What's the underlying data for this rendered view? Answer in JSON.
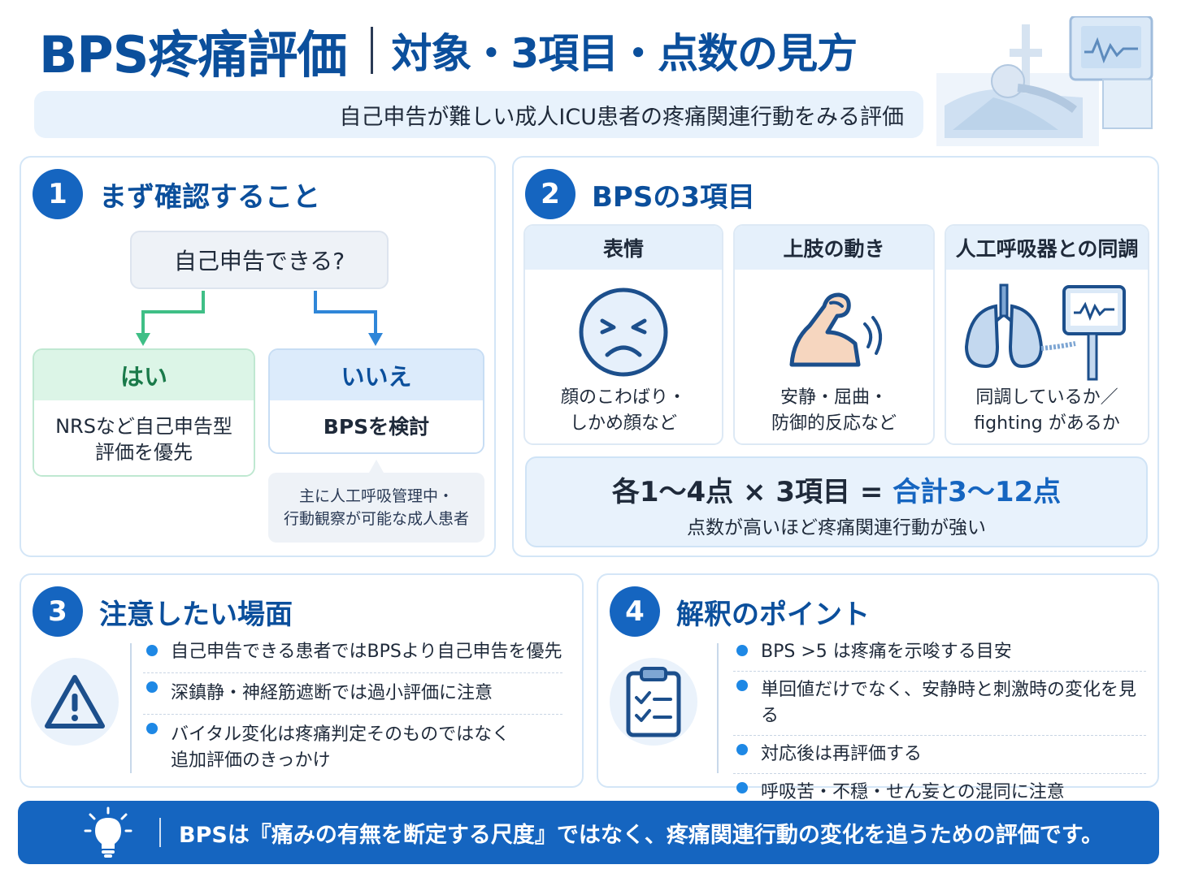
{
  "header": {
    "title_main": "BPS疼痛評価",
    "title_sub": "対象・3項目・点数の見方",
    "subtitle": "自己申告が難しい成人ICU患者の疼痛関連行動をみる評価"
  },
  "section1": {
    "number": "1",
    "title": "まず確認すること",
    "question": "自己申告できる?",
    "yes": {
      "label": "はい",
      "text_line1": "NRSなど自己申告型",
      "text_line2": "評価を優先"
    },
    "no": {
      "label": "いいえ",
      "text": "BPSを検討"
    },
    "note_line1": "主に人工呼吸管理中・",
    "note_line2": "行動観察が可能な成人患者",
    "colors": {
      "yes": "#1a7a4a",
      "no": "#1565c0"
    }
  },
  "section2": {
    "number": "2",
    "title": "BPSの3項目",
    "items": [
      {
        "title": "表情",
        "desc_line1": "顔のこわばり・",
        "desc_line2": "しかめ顔など",
        "icon": "grimace-face-icon"
      },
      {
        "title": "上肢の動き",
        "desc_line1": "安静・屈曲・",
        "desc_line2": "防御的反応など",
        "icon": "flexed-arm-icon"
      },
      {
        "title": "人工呼吸器との同調",
        "desc_line1": "同調しているか／",
        "desc_line2": "fighting があるか",
        "icon": "lungs-ventilator-icon"
      }
    ],
    "score_formula": "各1〜4点 × 3項目 = ",
    "score_total": "合計3〜12点",
    "score_note": "点数が高いほど疼痛関連行動が強い"
  },
  "section3": {
    "number": "3",
    "title": "注意したい場面",
    "icon": "warning-icon",
    "bullets": [
      "自己申告できる患者ではBPSより自己申告を優先",
      "深鎮静・神経筋遮断では過小評価に注意"
    ],
    "bullet3_line1": "バイタル変化は疼痛判定そのものではなく",
    "bullet3_line2": "追加評価のきっかけ"
  },
  "section4": {
    "number": "4",
    "title": "解釈のポイント",
    "icon": "clipboard-checklist-icon",
    "bullets": [
      "BPS >5 は疼痛を示唆する目安",
      "単回値だけでなく、安静時と刺激時の変化を見る",
      "対応後は再評価する",
      "呼吸苦・不穏・せん妄との混同に注意"
    ]
  },
  "footer": {
    "icon": "lightbulb-icon",
    "text": "BPSは『痛みの有無を断定する尺度』ではなく、疼痛関連行動の変化を追うための評価です。"
  },
  "colors": {
    "brand": "#0b4f9c",
    "accent": "#1565c0",
    "panel_border": "#d4e6f7",
    "light_bg": "#e8f2fc"
  }
}
